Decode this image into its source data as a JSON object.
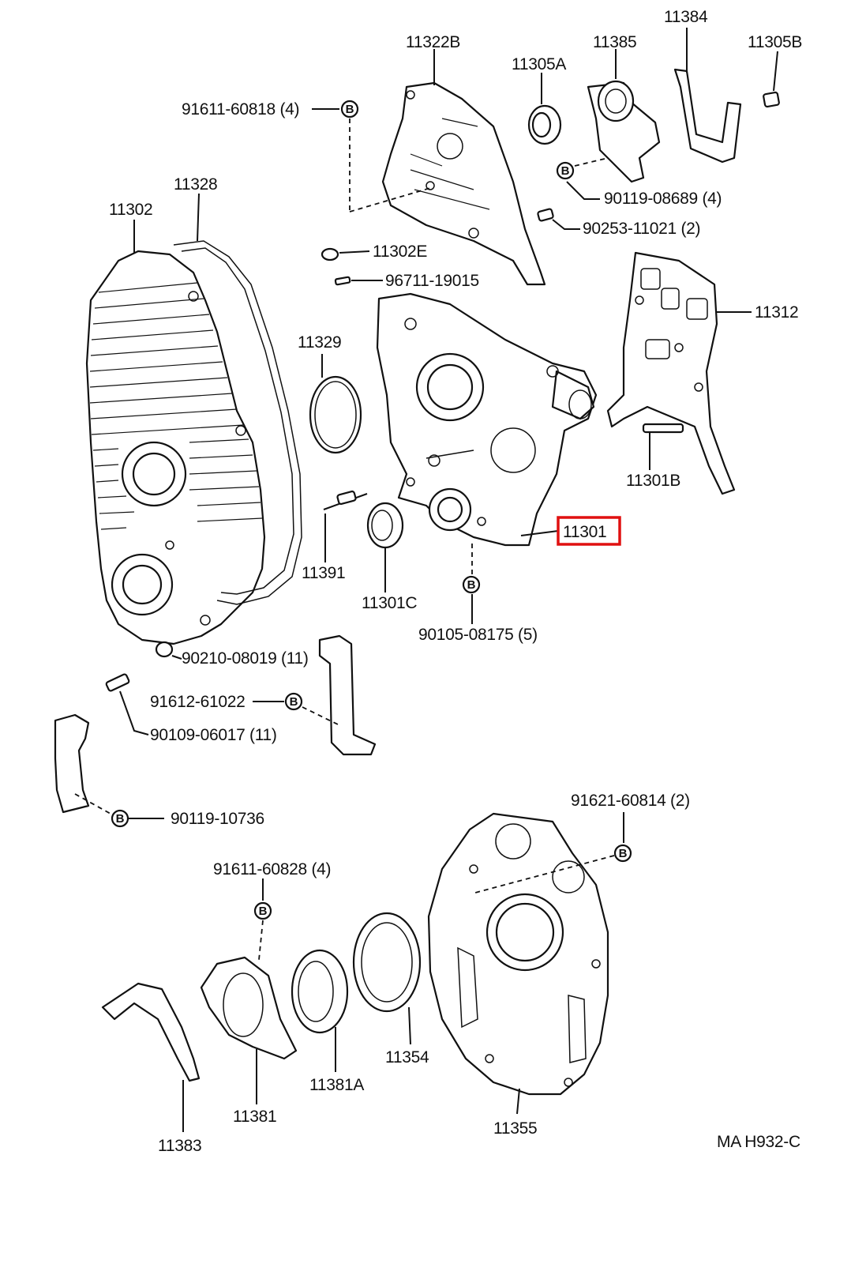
{
  "labels": {
    "l_11384": "11384",
    "l_11322B": "11322B",
    "l_11385": "11385",
    "l_11305B": "11305B",
    "l_11305A": "11305A",
    "l_91611_60818": "91611-60818 (4)",
    "l_90119_08689": "90119-08689 (4)",
    "l_90253_11021": "90253-11021 (2)",
    "l_11328": "11328",
    "l_11302": "11302",
    "l_11302E": "11302E",
    "l_96711_19015": "96711-19015",
    "l_11312": "11312",
    "l_11329": "11329",
    "l_11301B": "11301B",
    "l_11301": "11301",
    "l_11391": "11391",
    "l_11301C": "11301C",
    "l_90105_08175": "90105-08175 (5)",
    "l_90210_08019": "90210-08019 (11)",
    "l_91612_61022": "91612-61022",
    "l_90109_06017": "90109-06017 (11)",
    "l_90119_10736": "90119-10736",
    "l_91621_60814": "91621-60814 (2)",
    "l_91611_60828": "91611-60828 (4)",
    "l_11354": "11354",
    "l_11381A": "11381A",
    "l_11381": "11381",
    "l_11383": "11383",
    "l_11355": "11355",
    "ref_code": "MA H932-C"
  },
  "bolt_marker": "B",
  "highlighted_part": "11301",
  "colors": {
    "highlight": "#e01010",
    "line": "#111111",
    "background": "#ffffff"
  }
}
